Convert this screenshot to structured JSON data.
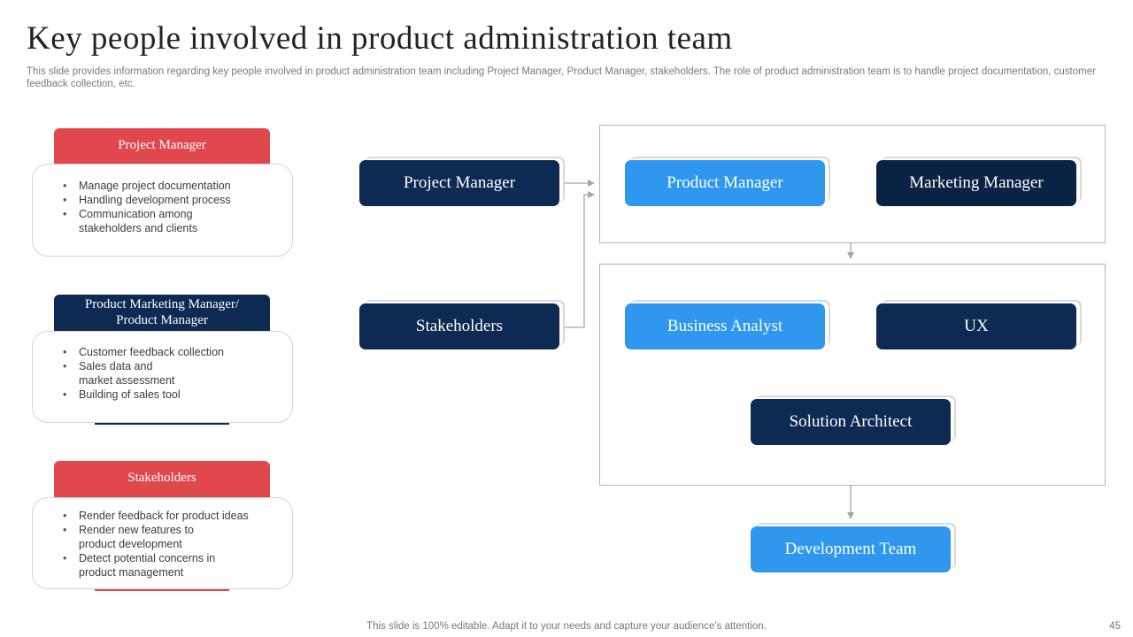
{
  "title": "Key people involved in product administration team",
  "subtitle": "This slide provides information regarding key people involved in product administration team including Project Manager, Product Manager, stakeholders. The role of product administration team is to handle project documentation, customer feedback collection, etc.",
  "roles": [
    {
      "heading": "Project Manager",
      "points": [
        "Manage project documentation",
        "Handling development  process",
        "Communication among stakeholders and clients"
      ]
    },
    {
      "heading": "Product Marketing Manager/ Product Manager",
      "points": [
        "Customer feedback  collection",
        "Sales data and market assessment",
        "Building of sales tool"
      ]
    },
    {
      "heading": "Stakeholders",
      "points": [
        "Render feedback for product ideas",
        "Render new features to product development",
        "Detect potential concerns in product management"
      ]
    }
  ],
  "flow": {
    "project_manager": "Project Manager",
    "stakeholders": "Stakeholders",
    "product_manager": "Product Manager",
    "marketing_manager": "Marketing Manager",
    "business_analyst": "Business Analyst",
    "ux": "UX",
    "solution_architect": "Solution Architect",
    "development_team": "Development Team"
  },
  "footer": "This slide is 100% editable. Adapt it to your needs and capture your audience’s attention.",
  "page_number": "45",
  "colors": {
    "red": "#e0484d",
    "navy": "#0c2a52",
    "blue": "#2f97ee"
  }
}
